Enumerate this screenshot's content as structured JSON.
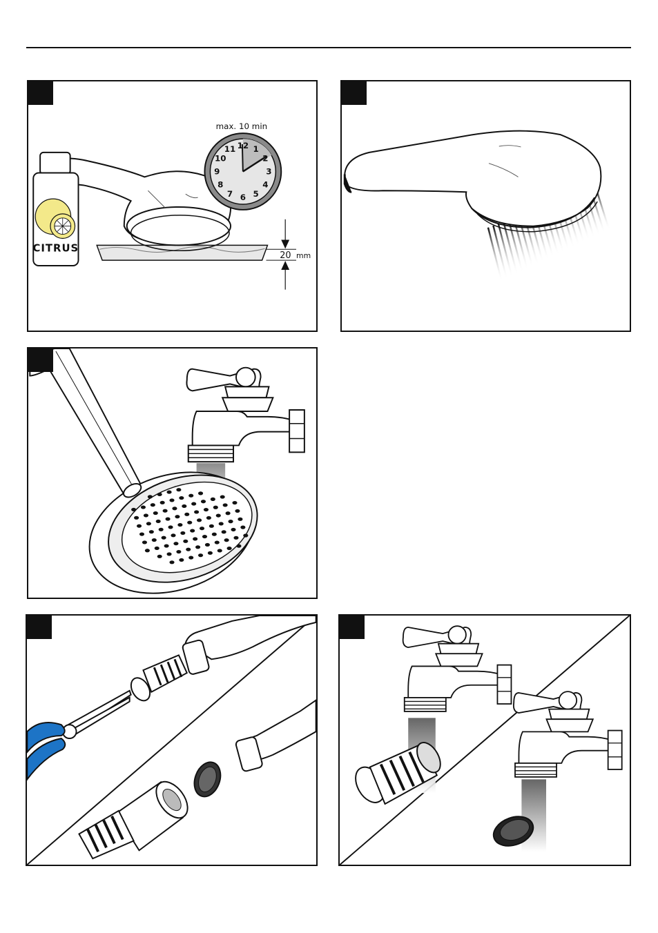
{
  "panel1": {
    "timer_label": "max. 10 min",
    "clock_numbers": [
      "12",
      "1",
      "2",
      "3",
      "4",
      "5",
      "6",
      "7",
      "8",
      "9",
      "10",
      "11"
    ],
    "bottle_label": "CITRUS",
    "depth_value": "20",
    "depth_unit": "mm"
  },
  "colors": {
    "ink": "#111111",
    "clock_face": "#cfcfcf",
    "clock_ring": "#8a8a8a",
    "tray_fill": "#e8e8e8",
    "lemon": "#f3e98a",
    "pliers_blue": "#1d74c6"
  },
  "icons": [
    "shower-head-icon",
    "faucet-icon",
    "clock-icon",
    "bottle-icon",
    "pliers-icon",
    "filter-insert-icon",
    "sieve-screen-icon"
  ]
}
